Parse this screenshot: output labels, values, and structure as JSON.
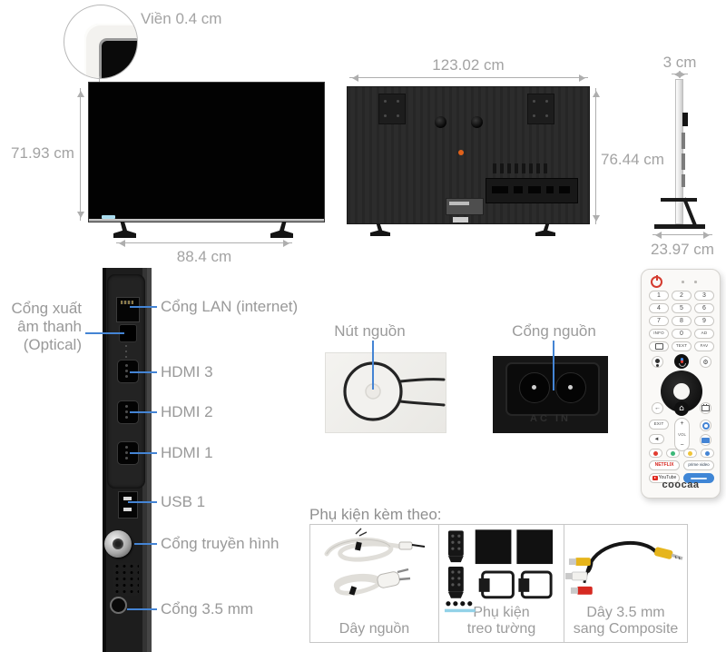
{
  "bezel_detail": {
    "label": "Viền 0.4 cm"
  },
  "front_view": {
    "height": "71.93 cm",
    "stand_width": "88.4 cm"
  },
  "back_view": {
    "width": "123.02 cm",
    "height": "76.44 cm"
  },
  "side_view": {
    "thickness": "3 cm",
    "depth": "23.97 cm"
  },
  "ports": {
    "audio_out_lines": [
      "Cổng xuất",
      "âm thanh",
      "(Optical)"
    ],
    "labels": {
      "lan": "Cổng LAN (internet)",
      "hdmi3": "HDMI 3",
      "hdmi2": "HDMI 2",
      "hdmi1": "HDMI 1",
      "usb": "USB 1",
      "antenna": "Cổng truyền hình",
      "jack": "Cổng 3.5 mm"
    }
  },
  "power_button": {
    "label": "Nút nguồn"
  },
  "power_port": {
    "label": "Cổng nguồn",
    "inscription": "AC IN"
  },
  "remote": {
    "digits": [
      "1",
      "2",
      "3",
      "4",
      "5",
      "6",
      "7",
      "8",
      "9"
    ],
    "keys": {
      "info": "INFO",
      "zero": "0",
      "ad": "AD",
      "text": "TEXT",
      "fav": "FAV",
      "exit": "EXIT",
      "vol": "VOL",
      "plus": "+",
      "minus": "−",
      "back": "←",
      "home": "⌂",
      "mute": "◄"
    },
    "apps": {
      "netflix": "NETFLIX",
      "prime": "prime video",
      "youtube": "YouTube"
    },
    "brand": "coocaa"
  },
  "accessories": {
    "title": "Phụ kiện kèm theo:",
    "items": [
      {
        "label": "Dây nguồn"
      },
      {
        "label": "Phụ kiện treo tường"
      },
      {
        "label": "Dây 3.5 mm sang Composite"
      }
    ]
  },
  "colors": {
    "accent_blue": "#4484d4",
    "label_gray": "#999999",
    "netflix_red": "#d6251e",
    "power_red": "#d43b2f",
    "orange_dot": "#e0611a"
  }
}
